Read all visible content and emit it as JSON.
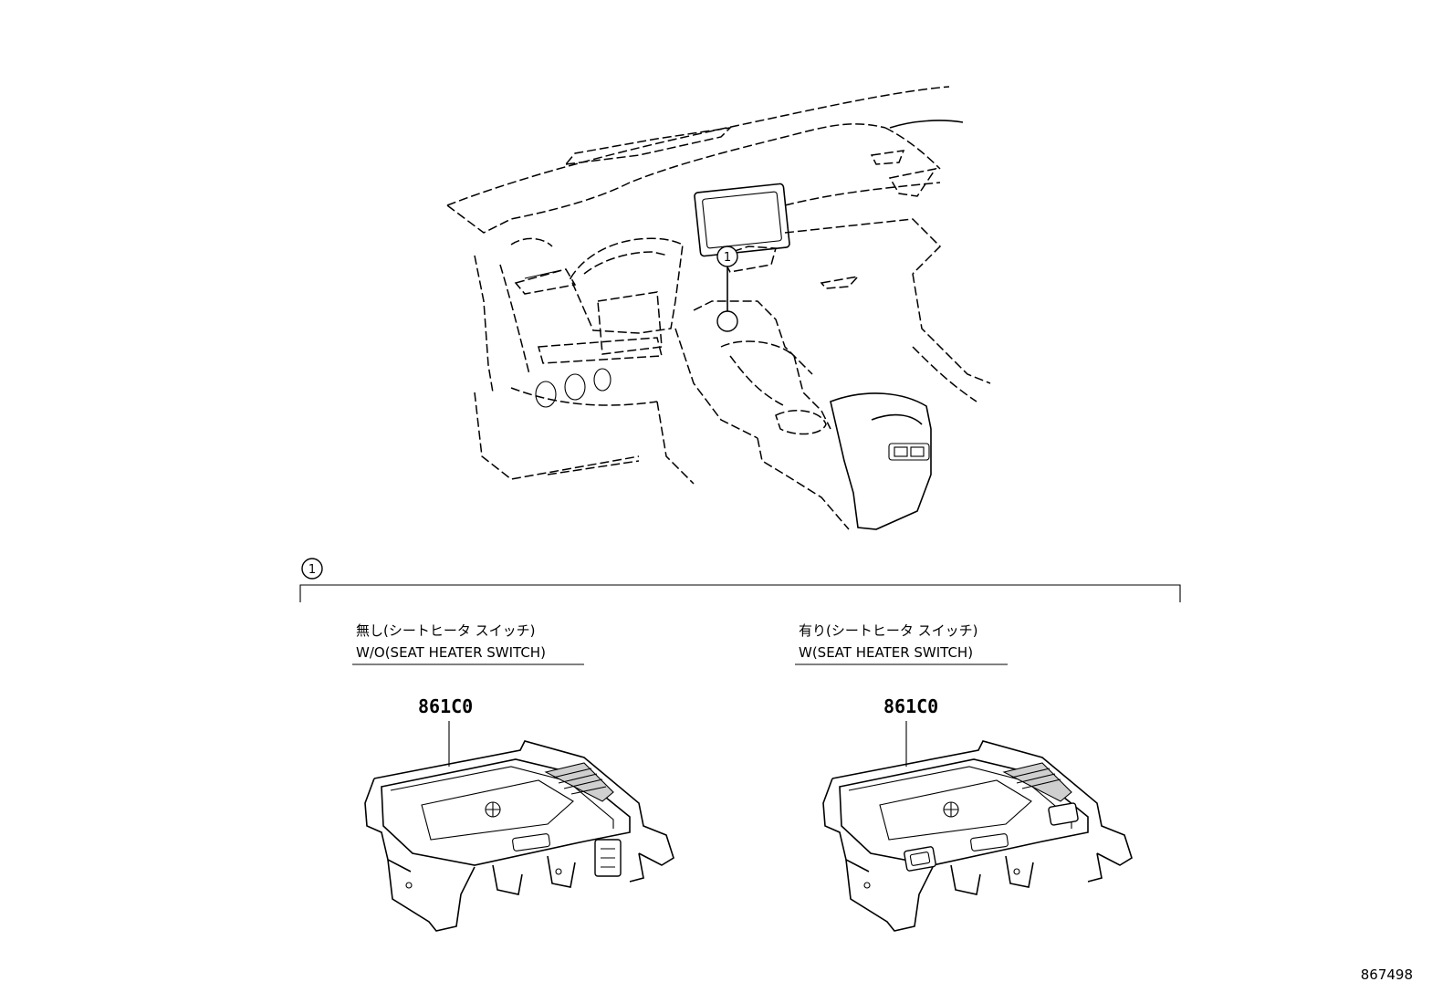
{
  "callout_number": "1",
  "variants": [
    {
      "label_jp": "無し(シートヒータ スイッチ)",
      "label_en": "W/O(SEAT HEATER SWITCH)",
      "part_number": "861C0"
    },
    {
      "label_jp": "有り(シートヒータ スイッチ)",
      "label_en": "W(SEAT HEATER SWITCH)",
      "part_number": "861C0"
    }
  ],
  "illustration_code": "867498"
}
